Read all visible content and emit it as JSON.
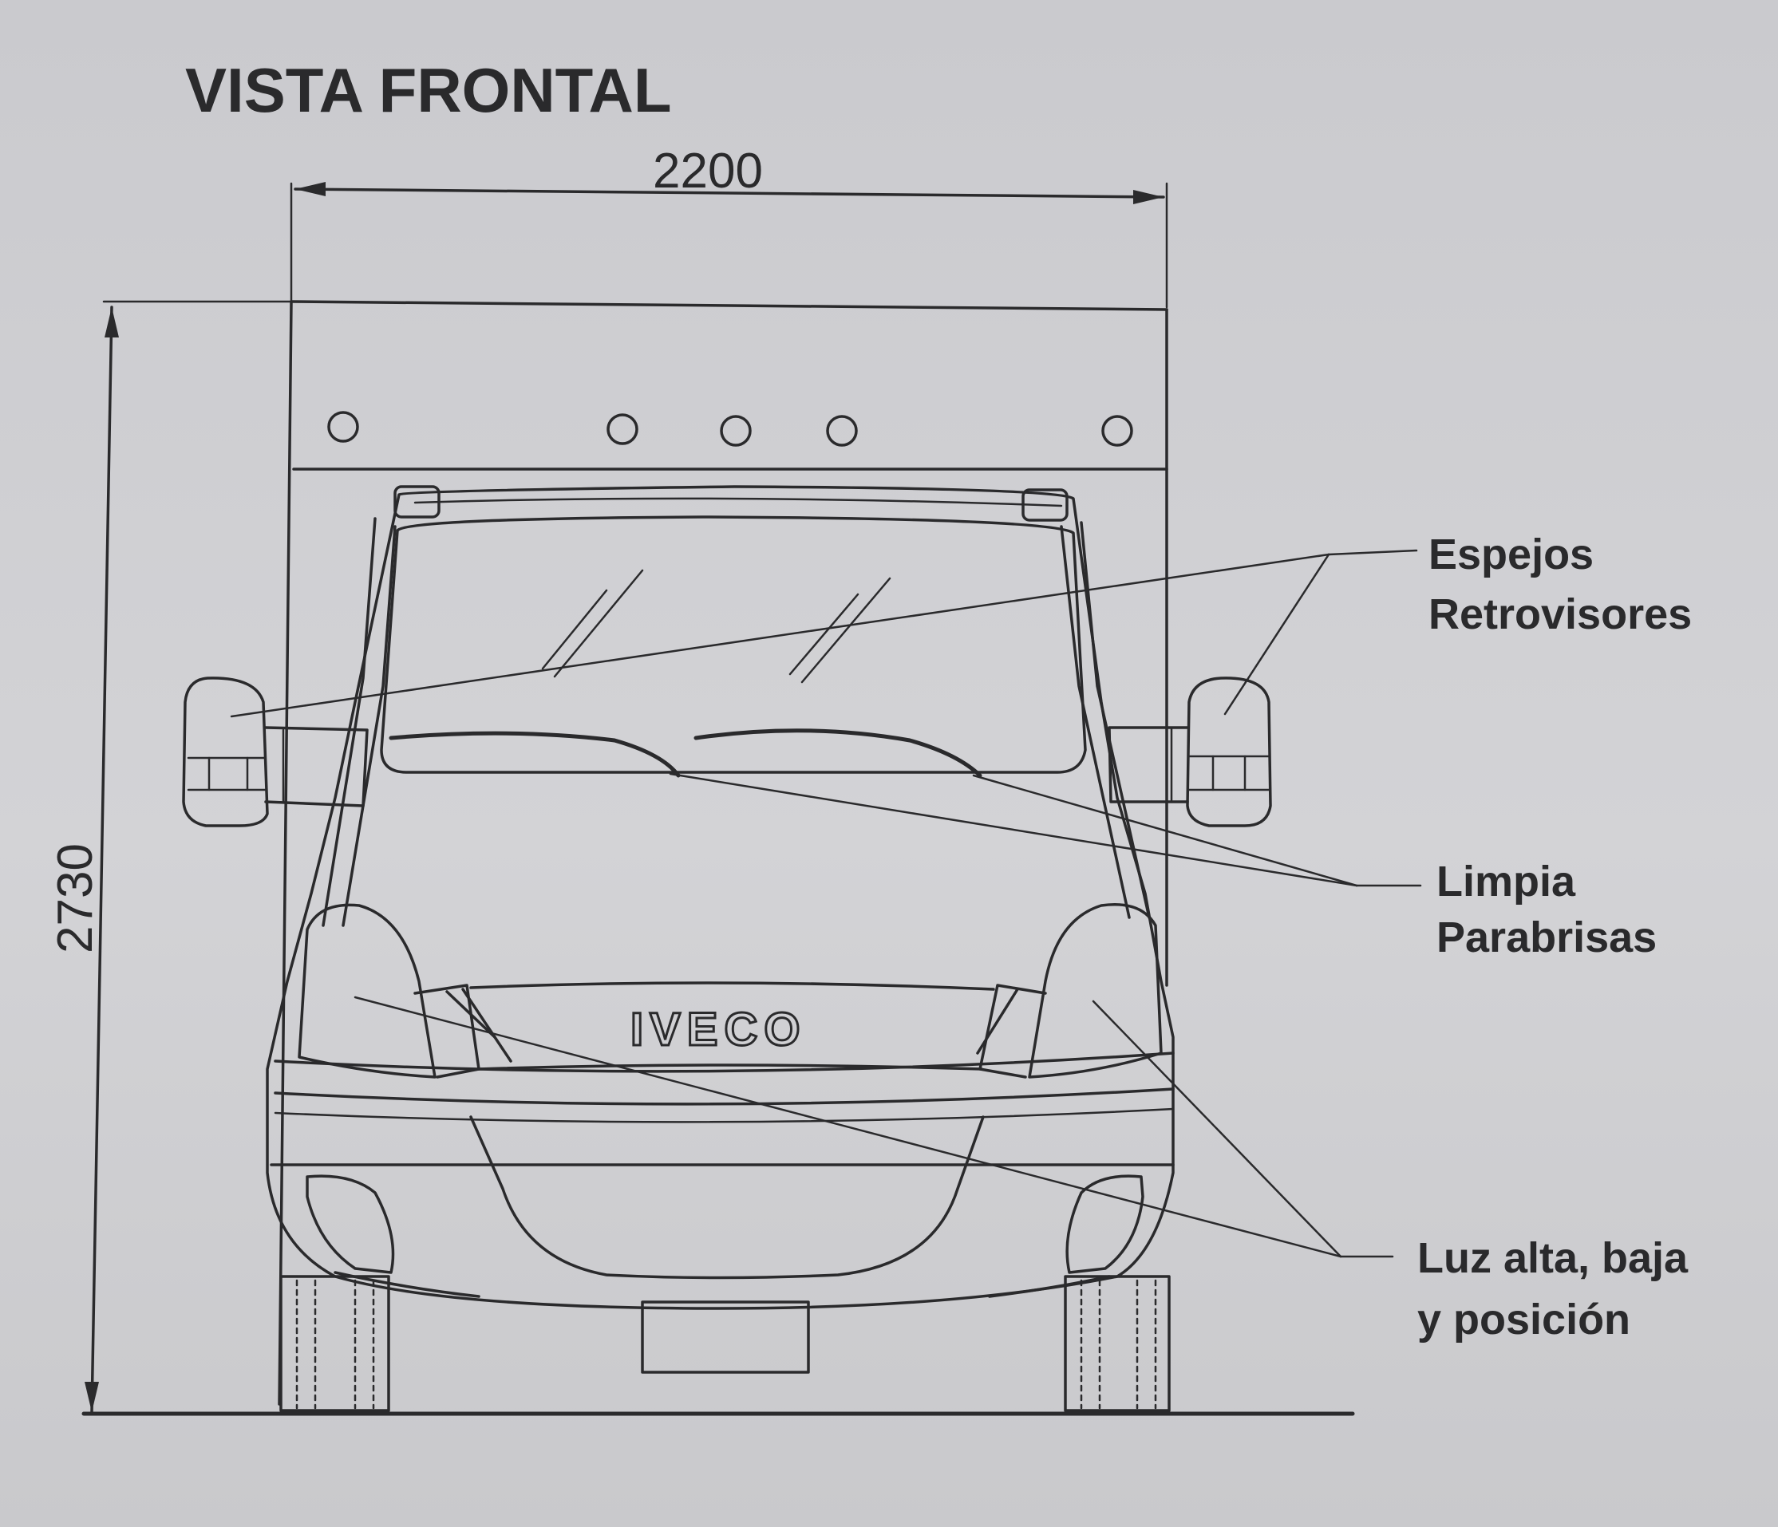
{
  "title": "VISTA FRONTAL",
  "dimensions": {
    "width": "2200",
    "height": "2730"
  },
  "brand": "IVECO",
  "callouts": {
    "mirrors": [
      "Espejos",
      "Retrovisores"
    ],
    "wipers": [
      "Limpia",
      "Parabrisas"
    ],
    "lights": [
      "Luz alta, baja",
      "y posición"
    ]
  },
  "colors": {
    "ink": "#2a2a2c",
    "paper": "#cfcfd3"
  }
}
